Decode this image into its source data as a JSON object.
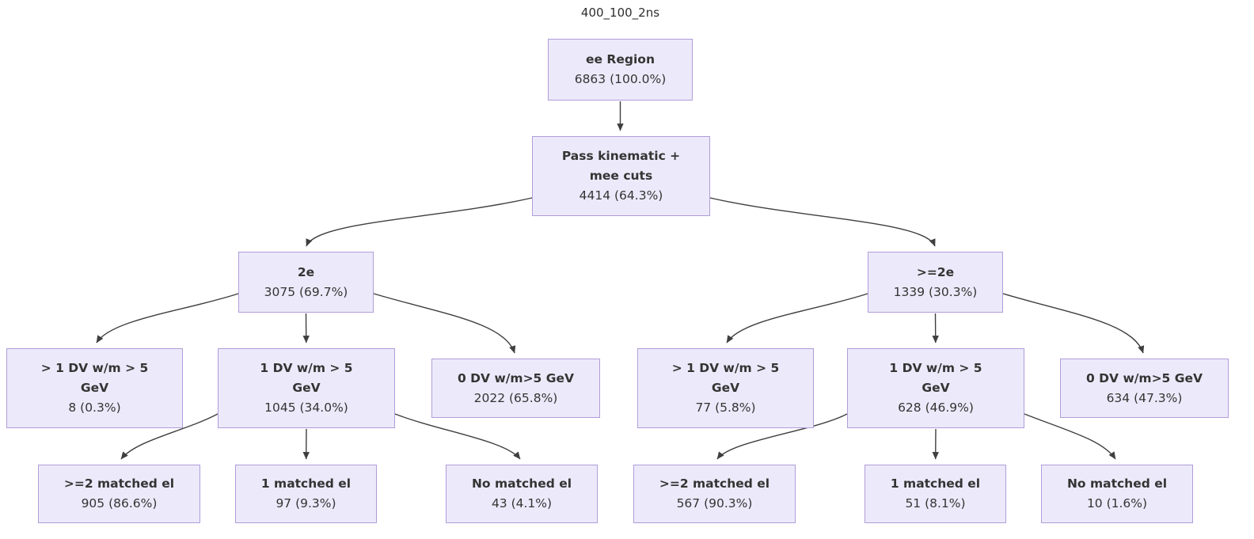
{
  "title": "400_100_2ns",
  "colors": {
    "node_fill": "#ECEAFA",
    "node_border": "#B19CD9",
    "edge": "#3f3f3f",
    "text": "#343434",
    "background": "#ffffff"
  },
  "nodes": {
    "root": {
      "label1": "ee Region",
      "label2": "",
      "count": "6863 (100.0%)"
    },
    "pass": {
      "label1": "Pass kinematic +",
      "label2": "mee cuts",
      "count": "4414 (64.3%)"
    },
    "two_e": {
      "label1": "2e",
      "label2": "",
      "count": "3075 (69.7%)"
    },
    "ge_two_e": {
      "label1": ">=2e",
      "label2": "",
      "count": "1339 (30.3%)"
    },
    "l_gt1dv": {
      "label1": "> 1 DV w/m > 5",
      "label2": "GeV",
      "count": "8 (0.3%)"
    },
    "l_1dv": {
      "label1": "1 DV w/m > 5",
      "label2": "GeV",
      "count": "1045 (34.0%)"
    },
    "l_0dv": {
      "label1": "0 DV w/m>5 GeV",
      "label2": "",
      "count": "2022 (65.8%)"
    },
    "r_gt1dv": {
      "label1": "> 1 DV w/m > 5",
      "label2": "GeV",
      "count": "77 (5.8%)"
    },
    "r_1dv": {
      "label1": "1 DV w/m > 5",
      "label2": "GeV",
      "count": "628 (46.9%)"
    },
    "r_0dv": {
      "label1": "0 DV w/m>5 GeV",
      "label2": "",
      "count": "634 (47.3%)"
    },
    "l_ge2el": {
      "label1": ">=2 matched el",
      "label2": "",
      "count": "905 (86.6%)"
    },
    "l_1el": {
      "label1": "1 matched el",
      "label2": "",
      "count": "97 (9.3%)"
    },
    "l_0el": {
      "label1": "No matched el",
      "label2": "",
      "count": "43 (4.1%)"
    },
    "r_ge2el": {
      "label1": ">=2 matched el",
      "label2": "",
      "count": "567 (90.3%)"
    },
    "r_1el": {
      "label1": "1 matched el",
      "label2": "",
      "count": "51 (8.1%)"
    },
    "r_0el": {
      "label1": "No matched el",
      "label2": "",
      "count": "10 (1.6%)"
    }
  }
}
